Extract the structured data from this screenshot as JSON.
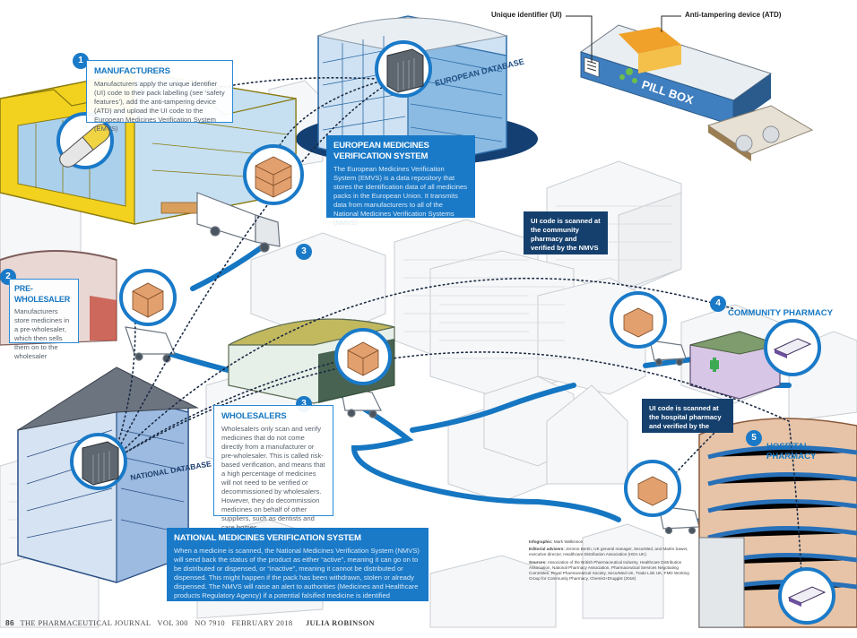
{
  "labels": {
    "ui": "Unique identifier (UI)",
    "atd": "Anti-tampering device (ATD)",
    "pillbox": "PILL BOX",
    "european_db": "EUROPEAN DATABASE",
    "national_db": "NATIONAL DATABASE"
  },
  "steps": [
    {
      "num": "1",
      "title": "MANUFACTURERS",
      "body": "Manufacturers apply the unique identifier (UI) code to their pack labelling (see ‘safety features’), add the anti-tampering device (ATD) and upload the UI code to the European Medicines Verification System (EMVS)"
    },
    {
      "num": "2",
      "title": "PRE-WHOLESALER",
      "body": "Manufacturers store medicines in a pre-wholesaler, which then sells them on to the wholesaler"
    },
    {
      "num": "3",
      "title": "WHOLESALERS",
      "body": "Wholesalers only scan and verify medicines that do not come directly from a manufacturer or pre-wholesaler. This is called risk-based verification, and means that a high percentage of medicines will not need to be verified or decommissioned by wholesalers. However, they do decommission medicines on behalf of other suppliers, such as dentists and care homes"
    },
    {
      "num": "4",
      "title": "COMMUNITY PHARMACY"
    },
    {
      "num": "5",
      "title": "HOSPITAL PHARMACY"
    }
  ],
  "emvs": {
    "title": "EUROPEAN MEDICINES VERIFICATION SYSTEM",
    "body": "The European Medicines Verification System (EMVS) is a data repository that stores the identification data of all medicines packs in the European Union. It transmits data from manufacturers to all of the National Medicines Verification Systems (NMVS)"
  },
  "nmvs": {
    "title": "NATIONAL MEDICINES VERIFICATION SYSTEM",
    "body": "When a medicine is scanned, the National Medicines Verification System (NMVS) will send back the status of the product as either “active”, meaning it can go on to be distributed or dispensed, or “inactive”, meaning it cannot be distributed or dispensed. This might happen if the pack has been withdrawn, stolen or already dispensed. The NMVS will raise an alert to authorities (Medicines and Healthcare products Regulatory Agency) if a potential falsified medicine is identified"
  },
  "notes": {
    "community": "UI code is scanned at the community pharmacy and verified by the NMVS",
    "hospital": "UI code is scanned at the hospital pharmacy and verified by the NMVS"
  },
  "credits": {
    "infographic_label": "Infographic:",
    "infographic": "Mark Walkinson",
    "advisers_label": "Editorial advisers:",
    "advisers": "Jerome Bertin, UK general manager, SecurMed, and Martin Sawer, executive director, Healthcare Distribution Association (HDA UK)",
    "sources_label": "Sources:",
    "sources": "Association of the British Pharmaceutical Industry, Healthcare Distribution Association, National Pharmacy Association, Pharmaceutical Services Negotiating Committee, Royal Pharmaceutical Society, SecurMed UK, Trade Link UK, FMD Working Group for Community Pharmacy, Chemist+Druggist (2016)"
  },
  "footer": {
    "page": "86",
    "journal": "THE PHARMACEUTICAL JOURNAL   VOL 300   NO 7910   FEBRUARY 2018",
    "author": "JULIA ROBINSON"
  },
  "colors": {
    "accent": "#1a7ac8",
    "navy": "#15406e",
    "road": "#1576c2",
    "factory": "#f2d21f"
  }
}
